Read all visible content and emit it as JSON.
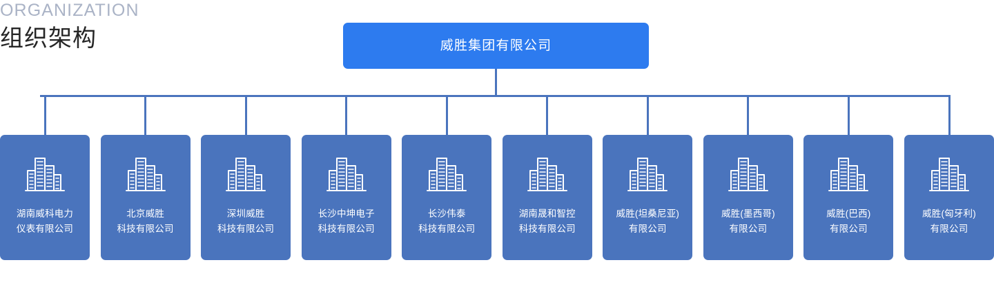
{
  "header": {
    "eyebrow": "ORGANIZATION",
    "title": "组织架构"
  },
  "colors": {
    "root_node": "#2d7bef",
    "child_node": "#4a74bd",
    "connector": "#4a74bd",
    "eyebrow_text": "#aab3c6",
    "title_text": "#262626",
    "node_text": "#ffffff",
    "page_background": "#ffffff"
  },
  "chart": {
    "root": {
      "label": "威胜集团有限公司",
      "icon": "none"
    },
    "children": [
      {
        "label": "湖南威科电力仪表有限公司",
        "line1": "湖南威科电力",
        "line2": "仪表有限公司",
        "icon": "building-skyline-icon"
      },
      {
        "label": "北京威胜科技有限公司",
        "line1": "北京威胜",
        "line2": "科技有限公司",
        "icon": "building-skyline-icon"
      },
      {
        "label": "深圳威胜科技有限公司",
        "line1": "深圳威胜",
        "line2": "科技有限公司",
        "icon": "building-skyline-icon"
      },
      {
        "label": "长沙中坤电子科技有限公司",
        "line1": "长沙中坤电子",
        "line2": "科技有限公司",
        "icon": "building-skyline-icon"
      },
      {
        "label": "长沙伟泰科技有限公司",
        "line1": "长沙伟泰",
        "line2": "科技有限公司",
        "icon": "building-skyline-icon"
      },
      {
        "label": "湖南晟和智控科技有限公司",
        "line1": "湖南晟和智控",
        "line2": "科技有限公司",
        "icon": "building-skyline-icon"
      },
      {
        "label": "威胜(坦桑尼亚)有限公司",
        "line1": "威胜(坦桑尼亚)",
        "line2": "有限公司",
        "icon": "building-skyline-icon"
      },
      {
        "label": "威胜(墨西哥)有限公司",
        "line1": "威胜(墨西哥)",
        "line2": "有限公司",
        "icon": "building-skyline-icon"
      },
      {
        "label": "威胜(巴西)有限公司",
        "line1": "威胜(巴西)",
        "line2": "有限公司",
        "icon": "building-skyline-icon"
      },
      {
        "label": "威胜(匈牙利)有限公司",
        "line1": "威胜(匈牙利)",
        "line2": "有限公司",
        "icon": "building-skyline-icon"
      }
    ]
  }
}
